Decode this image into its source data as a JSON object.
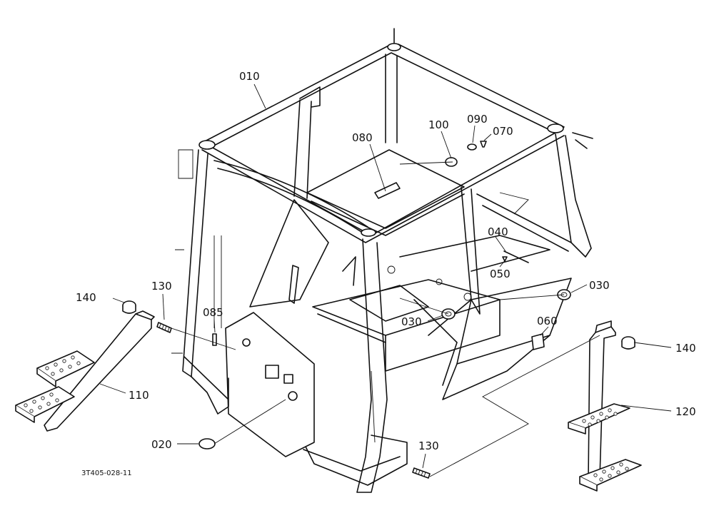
{
  "callouts": {
    "c010": "010",
    "c080": "080",
    "c100": "100",
    "c090": "090",
    "c070": "070",
    "c040": "040",
    "c050": "050",
    "c030a": "030",
    "c030b": "030",
    "c140a": "140",
    "c130a": "130",
    "c085": "085",
    "c110": "110",
    "c020": "020",
    "c060": "060",
    "c140b": "140",
    "c120": "120",
    "c130b": "130"
  },
  "drawing_code": "3T405-028-11",
  "colors": {
    "line": "#111111",
    "background": "#ffffff"
  }
}
